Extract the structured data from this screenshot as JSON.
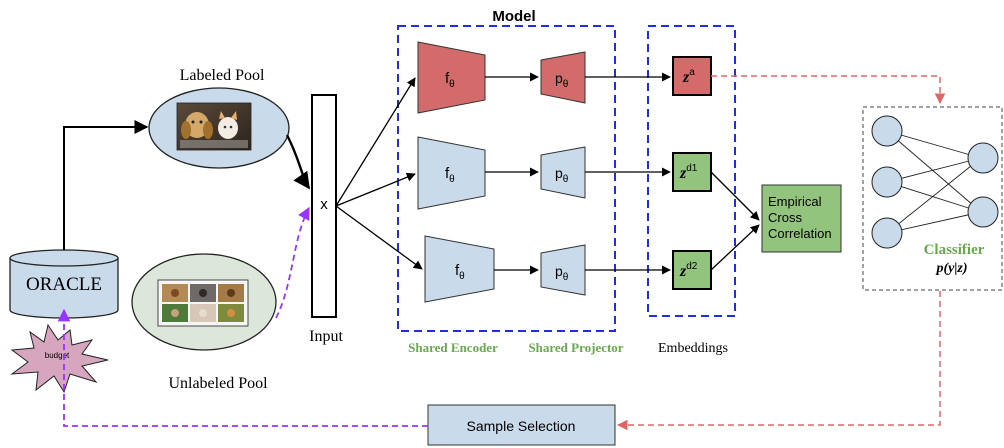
{
  "model": {
    "title": "Model"
  },
  "pools": {
    "labeled_title": "Labeled Pool",
    "unlabeled_title": "Unlabeled Pool"
  },
  "oracle": {
    "label": "ORACLE",
    "budget_label": "budget"
  },
  "input": {
    "symbol": "x",
    "caption": "Input"
  },
  "encoder": {
    "symbol": "f",
    "subscript": "θ",
    "caption": "Shared Encoder"
  },
  "projector": {
    "symbol": "p",
    "subscript": "θ",
    "caption": "Shared Projector"
  },
  "embeddings": {
    "caption": "Embeddings",
    "symbol": "z",
    "superscripts": [
      "a",
      "d1",
      "d2"
    ]
  },
  "correlation": {
    "line1": "Empirical",
    "line2": "Cross",
    "line3": "Correlation"
  },
  "classifier": {
    "title": "Classifier",
    "formula": "p(y|z)"
  },
  "sample_selection": {
    "label": "Sample Selection"
  },
  "colors": {
    "red_fill": "#d36b6b",
    "blue_fill": "#c9daea",
    "green_fill": "#93c47d",
    "dash_blue": "#1f2fe0",
    "dash_red": "#e06666",
    "dash_purple": "#9933ff",
    "caption_green": "#6aa84f"
  }
}
